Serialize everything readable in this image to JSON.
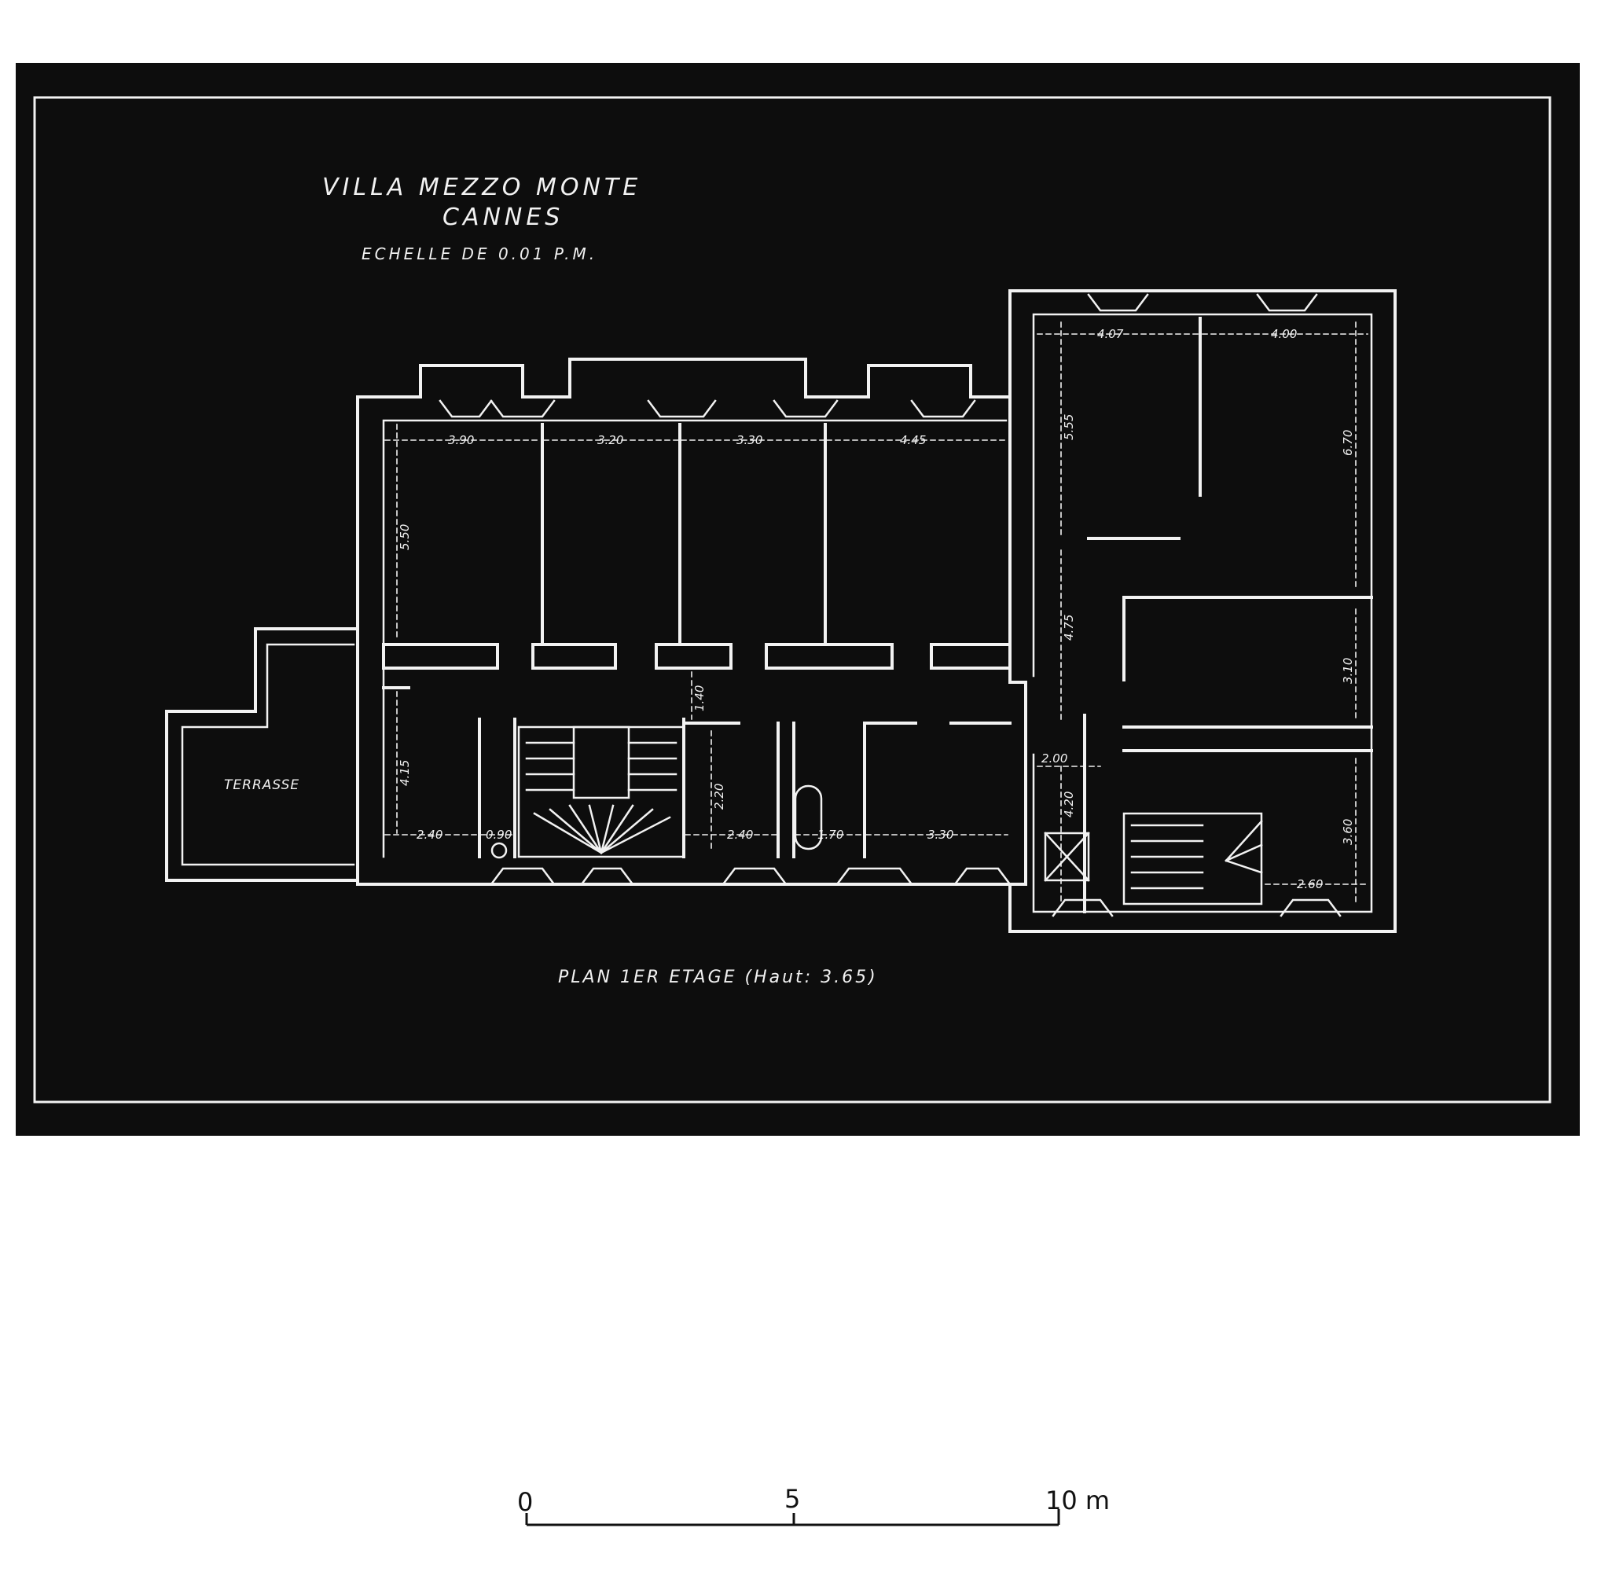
{
  "title": {
    "line1": "VILLA MEZZO MONTE",
    "line2": "CANNES",
    "line3": "ECHELLE DE 0.01 P.M."
  },
  "plan_caption": "PLAN 1ER ETAGE (Haut: 3.65)",
  "rooms": {
    "terrace": "TERRASSE"
  },
  "dimensions": {
    "d1": "3.90",
    "d2": "3.20",
    "d3": "3.30",
    "d4": "4.45",
    "d5": "4.07",
    "d6": "4.00",
    "d7": "5.50",
    "d8": "5.55",
    "d9": "6.70",
    "d10": "4.75",
    "d11": "3.10",
    "d12": "1.40",
    "d13": "2.00",
    "d14": "4.15",
    "d15": "2.20",
    "d16": "4.20",
    "d17": "3.60",
    "d18": "2.40",
    "d19": "0.90",
    "d20": "2.40",
    "d21": "1.70",
    "d22": "3.30",
    "d23": "2.60"
  },
  "scale_bar": {
    "label_0": "0",
    "label_5": "5",
    "label_10": "10 m"
  },
  "colors": {
    "blueprint_background": "#0d0d0d",
    "line_ink": "#f2f2f2",
    "paper": "#ffffff"
  }
}
